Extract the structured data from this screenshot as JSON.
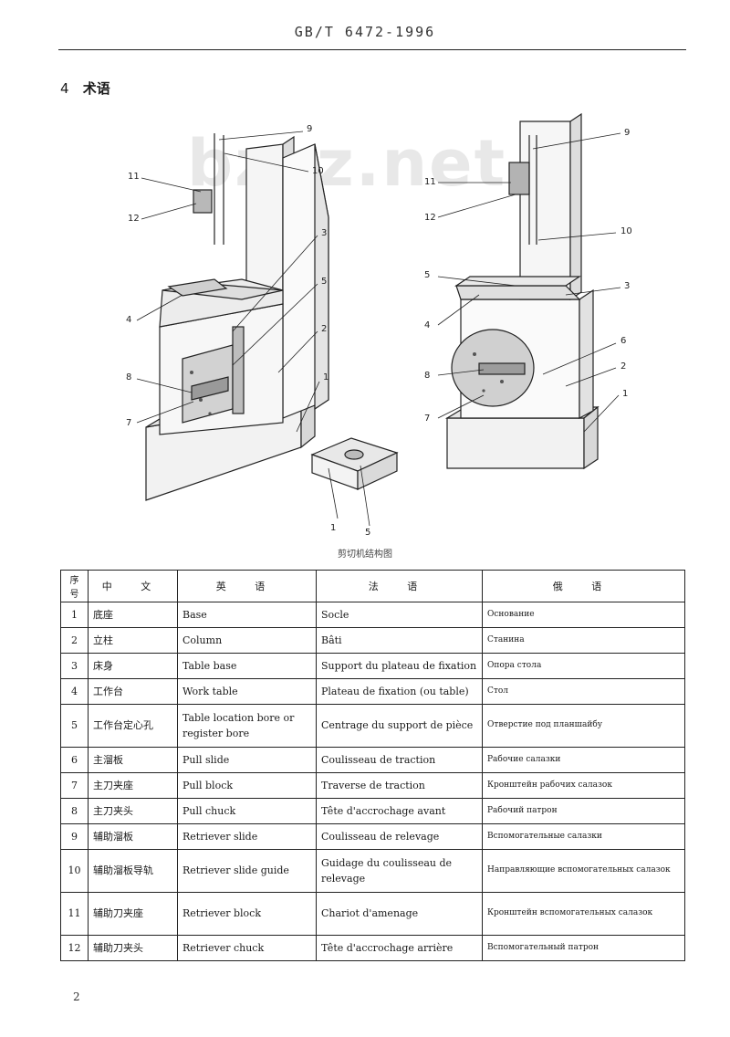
{
  "header": {
    "standard_code": "GB/T 6472-1996"
  },
  "section": {
    "number": "4",
    "title": "术语"
  },
  "watermark": "bzxz.net",
  "figure": {
    "caption": "剪切机结构图",
    "callouts_left": [
      "9",
      "10",
      "11",
      "12",
      "3",
      "5",
      "2",
      "4",
      "8",
      "7",
      "1"
    ],
    "callouts_right": [
      "9",
      "11",
      "12",
      "10",
      "5",
      "3",
      "4",
      "6",
      "8",
      "2",
      "7",
      "1"
    ],
    "callouts_detail": [
      "1",
      "5"
    ]
  },
  "table": {
    "headers": [
      "序号",
      "中 文",
      "英 语",
      "法 语",
      "俄 语"
    ],
    "rows": [
      {
        "no": "1",
        "zh": "底座",
        "en": "Base",
        "fr": "Socle",
        "ru": "Основание"
      },
      {
        "no": "2",
        "zh": "立柱",
        "en": "Column",
        "fr": "Bâti",
        "ru": "Станина"
      },
      {
        "no": "3",
        "zh": "床身",
        "en": "Table base",
        "fr": "Support du plateau de fixation",
        "ru": "Опора стола"
      },
      {
        "no": "4",
        "zh": "工作台",
        "en": "Work table",
        "fr": "Plateau de fixation (ou table)",
        "ru": "Стол"
      },
      {
        "no": "5",
        "zh": "工作台定心孔",
        "en": "Table location bore or register bore",
        "fr": "Centrage du support de pièce",
        "ru": "Отверстие под планшайбу"
      },
      {
        "no": "6",
        "zh": "主溜板",
        "en": "Pull slide",
        "fr": "Coulisseau de traction",
        "ru": "Рабочие салазки"
      },
      {
        "no": "7",
        "zh": "主刀夹座",
        "en": "Pull block",
        "fr": "Traverse de traction",
        "ru": "Кронштейн рабочих салазок"
      },
      {
        "no": "8",
        "zh": "主刀夹头",
        "en": "Pull chuck",
        "fr": "Tête d'accrochage avant",
        "ru": "Рабочий патрон"
      },
      {
        "no": "9",
        "zh": "辅助溜板",
        "en": "Retriever slide",
        "fr": "Coulisseau de relevage",
        "ru": "Вспомогательные салазки"
      },
      {
        "no": "10",
        "zh": "辅助溜板导轨",
        "en": "Retriever slide guide",
        "fr": "Guidage du coulisseau de relevage",
        "ru": "Направляющие вспомогательных салазок"
      },
      {
        "no": "11",
        "zh": "辅助刀夹座",
        "en": "Retriever block",
        "fr": "Chariot d'amenage",
        "ru": "Кронштейн вспомогательных салазок"
      },
      {
        "no": "12",
        "zh": "辅助刀夹头",
        "en": "Retriever chuck",
        "fr": "Tête d'accrochage arrière",
        "ru": "Вспомогательный патрон"
      }
    ]
  },
  "page": {
    "number": "2"
  }
}
